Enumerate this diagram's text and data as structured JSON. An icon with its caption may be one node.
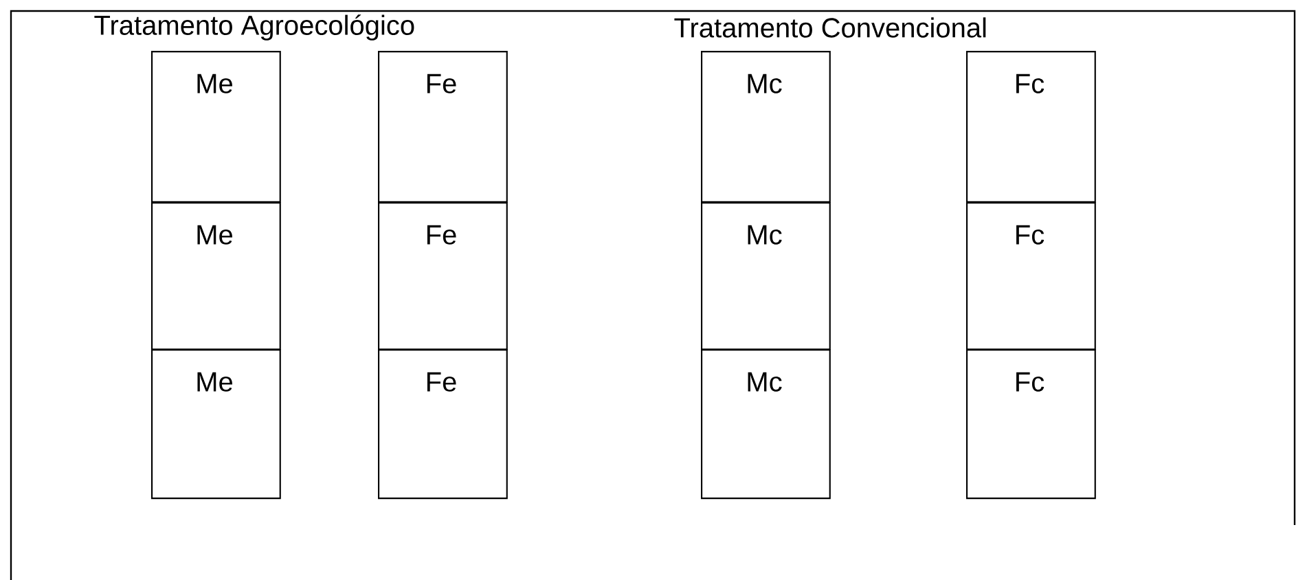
{
  "diagram": {
    "nodes": [
      {
        "text": [
          "Me"
        ]
      },
      {
        "text": [
          "Fe"
        ]
      },
      {
        "text": [
          "Mc"
        ]
      },
      {
        "text": [
          "Fc"
        ]
      },
      {
        "text": [
          "Me"
        ]
      },
      {
        "text": [
          "Fe"
        ]
      },
      {
        "text": [
          "Mc"
        ]
      },
      {
        "text": [
          "Fc"
        ]
      },
      {
        "text": [
          "Me"
        ]
      },
      {
        "text": [
          "Fe"
        ]
      },
      {
        "text": [
          "Mc"
        ]
      },
      {
        "text": [
          "Fc"
        ]
      }
    ],
    "labels": [
      "Tratamento Agroecológico",
      "Tratamento Convencional"
    ]
  }
}
